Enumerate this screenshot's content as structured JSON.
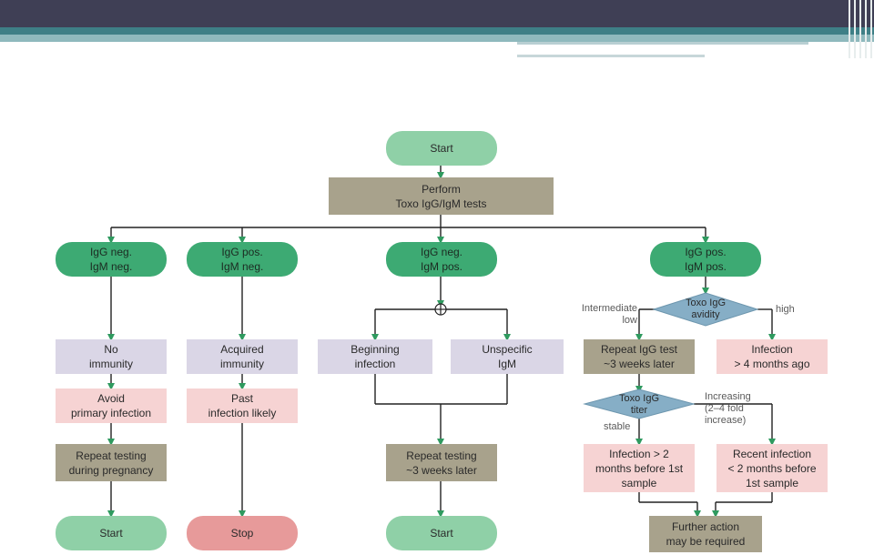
{
  "nodes": {
    "start_top": "Start",
    "perform": "Perform\nToxo IgG/IgM tests",
    "b1": "IgG neg.\nIgM neg.",
    "b2": "IgG pos.\nIgM neg.",
    "b3": "IgG neg.\nIgM pos.",
    "b4": "IgG pos.\nIgM pos.",
    "no_immunity": "No\nimmunity",
    "acquired": "Acquired\nimmunity",
    "beginning": "Beginning\ninfection",
    "unspecific": "Unspecific\nIgM",
    "repeat_igg": "Repeat IgG test\n~3 weeks later",
    "inf_4m": "Infection\n> 4 months ago",
    "avoid": "Avoid\nprimary infection",
    "past": "Past\ninfection likely",
    "inf_before": "Infection > 2\nmonths before 1st\nsample",
    "recent": "Recent infection\n< 2 months before\n1st sample",
    "repeat_preg": "Repeat testing\nduring pregnancy",
    "repeat_3w": "Repeat testing\n~3 weeks later",
    "further": "Further action\nmay be required",
    "start_b1": "Start",
    "stop_b2": "Stop",
    "start_b3": "Start",
    "avidity": "Toxo IgG\navidity",
    "titer": "Toxo IgG\ntiter"
  },
  "labels": {
    "intermediate_low": "Intermediate\nlow",
    "high": "high",
    "increasing": "Increasing\n(2–4 fold\nincrease)",
    "stable": "stable"
  },
  "colors": {
    "dark_green": "#3daa73",
    "light_green": "#8fd0a7",
    "gray_box": "#a8a28c",
    "lavender": "#dad6e6",
    "pink": "#f6d3d3",
    "stop_red": "#e79a9a",
    "diamond_blue": "#86aec6"
  }
}
